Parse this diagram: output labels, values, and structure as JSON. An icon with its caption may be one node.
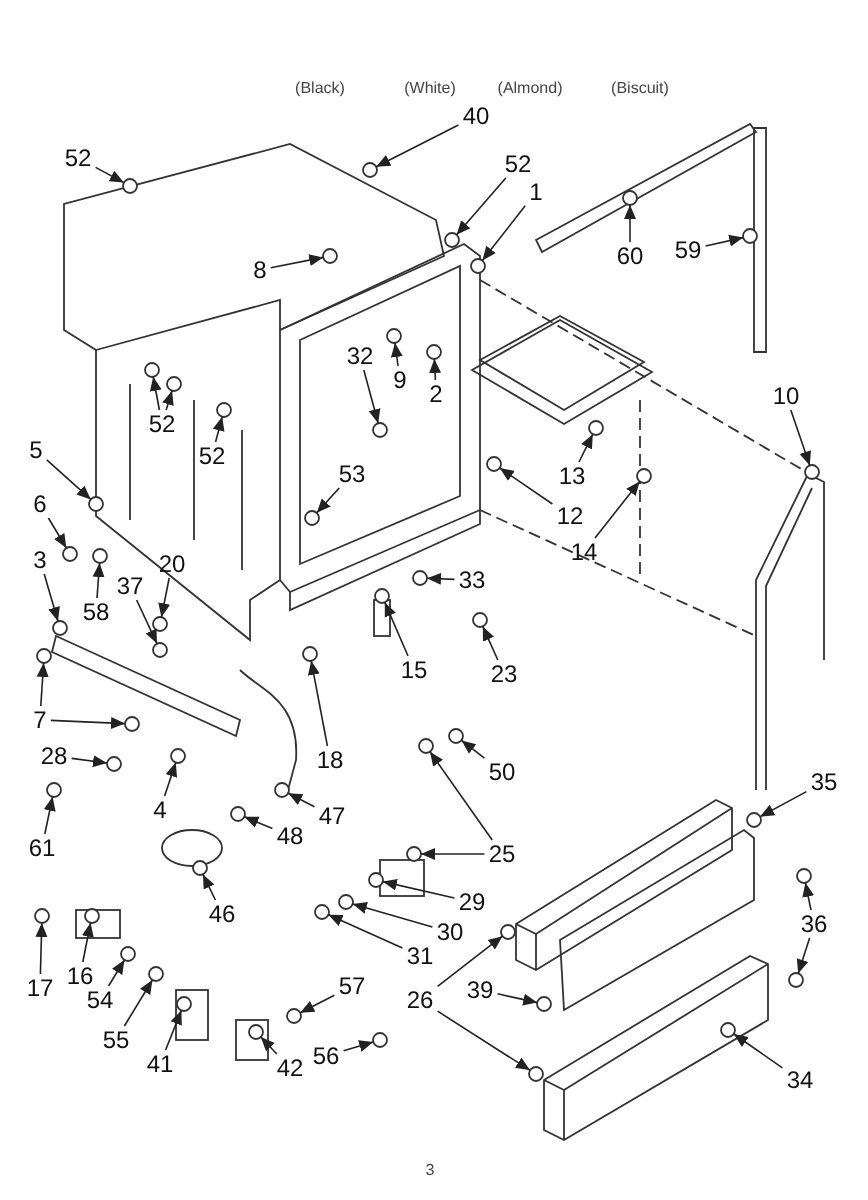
{
  "diagram": {
    "nodes": [
      {
        "text": [
          "52"
        ]
      },
      {
        "text": [
          "40"
        ]
      },
      {
        "text": [
          "52"
        ]
      },
      {
        "text": [
          "1"
        ]
      },
      {
        "text": [
          "60"
        ]
      },
      {
        "text": [
          "59"
        ]
      },
      {
        "text": [
          "8"
        ]
      },
      {
        "text": [
          "9"
        ]
      },
      {
        "text": [
          "2"
        ]
      },
      {
        "text": [
          "32"
        ]
      },
      {
        "text": [
          "10"
        ]
      },
      {
        "text": [
          "52"
        ]
      },
      {
        "text": [
          "52"
        ]
      },
      {
        "text": [
          "5"
        ]
      },
      {
        "text": [
          "53"
        ]
      },
      {
        "text": [
          "13"
        ]
      },
      {
        "text": [
          "6"
        ]
      },
      {
        "text": [
          "12"
        ]
      },
      {
        "text": [
          "14"
        ]
      },
      {
        "text": [
          "3"
        ]
      },
      {
        "text": [
          "20"
        ]
      },
      {
        "text": [
          "33"
        ]
      },
      {
        "text": [
          "37"
        ]
      },
      {
        "text": [
          "58"
        ]
      },
      {
        "text": [
          "15"
        ]
      },
      {
        "text": [
          "23"
        ]
      },
      {
        "text": [
          "7"
        ]
      },
      {
        "text": [
          "28"
        ]
      },
      {
        "text": [
          "18"
        ]
      },
      {
        "text": [
          "50"
        ]
      },
      {
        "text": [
          "35"
        ]
      },
      {
        "text": [
          "4"
        ]
      },
      {
        "text": [
          "47"
        ]
      },
      {
        "text": [
          "48"
        ]
      },
      {
        "text": [
          "61"
        ]
      },
      {
        "text": [
          "25"
        ]
      },
      {
        "text": [
          "29"
        ]
      },
      {
        "text": [
          "46"
        ]
      },
      {
        "text": [
          "36"
        ]
      },
      {
        "text": [
          "30"
        ]
      },
      {
        "text": [
          "31"
        ]
      },
      {
        "text": [
          "16"
        ]
      },
      {
        "text": [
          "17"
        ]
      },
      {
        "text": [
          "57"
        ]
      },
      {
        "text": [
          "39"
        ]
      },
      {
        "text": [
          "54"
        ]
      },
      {
        "text": [
          "26"
        ]
      },
      {
        "text": [
          "55"
        ]
      },
      {
        "text": [
          "56"
        ]
      },
      {
        "text": [
          "41"
        ]
      },
      {
        "text": [
          "42"
        ]
      },
      {
        "text": [
          "34"
        ]
      },
      {
        "text": [],
        "shape": "circle"
      },
      {
        "text": [],
        "shape": "circle"
      },
      {
        "text": [],
        "shape": "circle"
      },
      {
        "text": [],
        "shape": "circle"
      },
      {
        "text": [],
        "shape": "circle"
      },
      {
        "text": [],
        "shape": "circle"
      },
      {
        "text": [],
        "shape": "circle"
      },
      {
        "text": [],
        "shape": "circle"
      },
      {
        "text": [],
        "shape": "circle"
      },
      {
        "text": [],
        "shape": "circle"
      },
      {
        "text": [],
        "shape": "circle"
      },
      {
        "text": [],
        "shape": "circle"
      },
      {
        "text": [],
        "shape": "circle"
      },
      {
        "text": [],
        "shape": "circle"
      },
      {
        "text": [],
        "shape": "circle"
      },
      {
        "text": [],
        "shape": "circle"
      },
      {
        "text": [],
        "shape": "circle"
      },
      {
        "text": [],
        "shape": "circle"
      },
      {
        "text": [],
        "shape": "circle"
      },
      {
        "text": [],
        "shape": "circle"
      },
      {
        "text": [],
        "shape": "circle"
      },
      {
        "text": [],
        "shape": "circle"
      },
      {
        "text": [],
        "shape": "circle"
      },
      {
        "text": [],
        "shape": "circle"
      },
      {
        "text": [],
        "shape": "circle"
      },
      {
        "text": [],
        "shape": "circle"
      },
      {
        "text": [],
        "shape": "circle"
      },
      {
        "text": [],
        "shape": "circle"
      },
      {
        "text": [],
        "shape": "circle"
      },
      {
        "text": [],
        "shape": "circle"
      },
      {
        "text": [],
        "shape": "circle"
      },
      {
        "text": [],
        "shape": "circle"
      },
      {
        "text": [],
        "shape": "circle"
      },
      {
        "text": [],
        "shape": "circle"
      },
      {
        "text": [],
        "shape": "circle"
      },
      {
        "text": [],
        "shape": "circle"
      },
      {
        "text": [],
        "shape": "circle"
      },
      {
        "text": [],
        "shape": "circle"
      },
      {
        "text": [],
        "shape": "circle"
      },
      {
        "text": [],
        "shape": "circle"
      },
      {
        "text": [],
        "shape": "circle"
      },
      {
        "text": [],
        "shape": "circle"
      },
      {
        "text": [],
        "shape": "circle"
      },
      {
        "text": [],
        "shape": "circle"
      },
      {
        "text": [],
        "shape": "circle"
      },
      {
        "text": [],
        "shape": "circle"
      },
      {
        "text": [],
        "shape": "circle"
      },
      {
        "text": [],
        "shape": "circle"
      },
      {
        "text": [],
        "shape": "circle"
      },
      {
        "text": [],
        "shape": "circle"
      },
      {
        "text": [],
        "shape": "circle"
      },
      {
        "text": [],
        "shape": "circle"
      },
      {
        "text": [],
        "shape": "circle"
      },
      {
        "text": [],
        "shape": "circle"
      },
      {
        "text": [],
        "shape": "circle"
      },
      {
        "text": [],
        "shape": "circle"
      },
      {
        "text": [],
        "shape": "circle"
      }
    ],
    "edges": [
      {
        "from": 0,
        "to": 52,
        "arrow": "to"
      },
      {
        "from": 1,
        "to": 53,
        "arrow": "to"
      },
      {
        "from": 2,
        "to": 54,
        "arrow": "to"
      },
      {
        "from": 3,
        "to": 55,
        "arrow": "to"
      },
      {
        "from": 4,
        "to": 56,
        "arrow": "to"
      },
      {
        "from": 5,
        "to": 57,
        "arrow": "to"
      },
      {
        "from": 6,
        "to": 58,
        "arrow": "to"
      },
      {
        "from": 7,
        "to": 59,
        "arrow": "to"
      },
      {
        "from": 8,
        "to": 60,
        "arrow": "to"
      },
      {
        "from": 9,
        "to": 61,
        "arrow": "to"
      },
      {
        "from": 10,
        "to": 62,
        "arrow": "to"
      },
      {
        "from": 11,
        "to": 63,
        "arrow": "to"
      },
      {
        "from": 11,
        "to": 64,
        "arrow": "to"
      },
      {
        "from": 12,
        "to": 65,
        "arrow": "to"
      },
      {
        "from": 13,
        "to": 66,
        "arrow": "to"
      },
      {
        "from": 14,
        "to": 67,
        "arrow": "to"
      },
      {
        "from": 15,
        "to": 68,
        "arrow": "to"
      },
      {
        "from": 16,
        "to": 69,
        "arrow": "to"
      },
      {
        "from": 17,
        "to": 70,
        "arrow": "to"
      },
      {
        "from": 18,
        "to": 71,
        "arrow": "to"
      },
      {
        "from": 19,
        "to": 72,
        "arrow": "to"
      },
      {
        "from": 20,
        "to": 73,
        "arrow": "to"
      },
      {
        "from": 21,
        "to": 74,
        "arrow": "to"
      },
      {
        "from": 22,
        "to": 75,
        "arrow": "to"
      },
      {
        "from": 23,
        "to": 76,
        "arrow": "to"
      },
      {
        "from": 24,
        "to": 77,
        "arrow": "to"
      },
      {
        "from": 25,
        "to": 78,
        "arrow": "to"
      },
      {
        "from": 26,
        "to": 79,
        "arrow": "to"
      },
      {
        "from": 26,
        "to": 80,
        "arrow": "to"
      },
      {
        "from": 27,
        "to": 81,
        "arrow": "to"
      },
      {
        "from": 28,
        "to": 82,
        "arrow": "to"
      },
      {
        "from": 29,
        "to": 83,
        "arrow": "to"
      },
      {
        "from": 30,
        "to": 84,
        "arrow": "to"
      },
      {
        "from": 31,
        "to": 85,
        "arrow": "to"
      },
      {
        "from": 32,
        "to": 86,
        "arrow": "to"
      },
      {
        "from": 33,
        "to": 87,
        "arrow": "to"
      },
      {
        "from": 34,
        "to": 88,
        "arrow": "to"
      },
      {
        "from": 35,
        "to": 89,
        "arrow": "to"
      },
      {
        "from": 35,
        "to": 90,
        "arrow": "to"
      },
      {
        "from": 36,
        "to": 91,
        "arrow": "to"
      },
      {
        "from": 37,
        "to": 92,
        "arrow": "to"
      },
      {
        "from": 38,
        "to": 93,
        "arrow": "to"
      },
      {
        "from": 38,
        "to": 94,
        "arrow": "to"
      },
      {
        "from": 39,
        "to": 95,
        "arrow": "to"
      },
      {
        "from": 40,
        "to": 96,
        "arrow": "to"
      },
      {
        "from": 41,
        "to": 97,
        "arrow": "to"
      },
      {
        "from": 42,
        "to": 98,
        "arrow": "to"
      },
      {
        "from": 43,
        "to": 99,
        "arrow": "to"
      },
      {
        "from": 44,
        "to": 100,
        "arrow": "to"
      },
      {
        "from": 45,
        "to": 101,
        "arrow": "to"
      },
      {
        "from": 46,
        "to": 102,
        "arrow": "to"
      },
      {
        "from": 46,
        "to": 103,
        "arrow": "to"
      },
      {
        "from": 47,
        "to": 104,
        "arrow": "to"
      },
      {
        "from": 48,
        "to": 105,
        "arrow": "to"
      },
      {
        "from": 49,
        "to": 106,
        "arrow": "to"
      },
      {
        "from": 50,
        "to": 107,
        "arrow": "to"
      },
      {
        "from": 51,
        "to": 108,
        "arrow": "to"
      }
    ],
    "labels": [
      "(Black)",
      "(White)",
      "(Almond)",
      "(Biscuit)",
      "3"
    ]
  }
}
